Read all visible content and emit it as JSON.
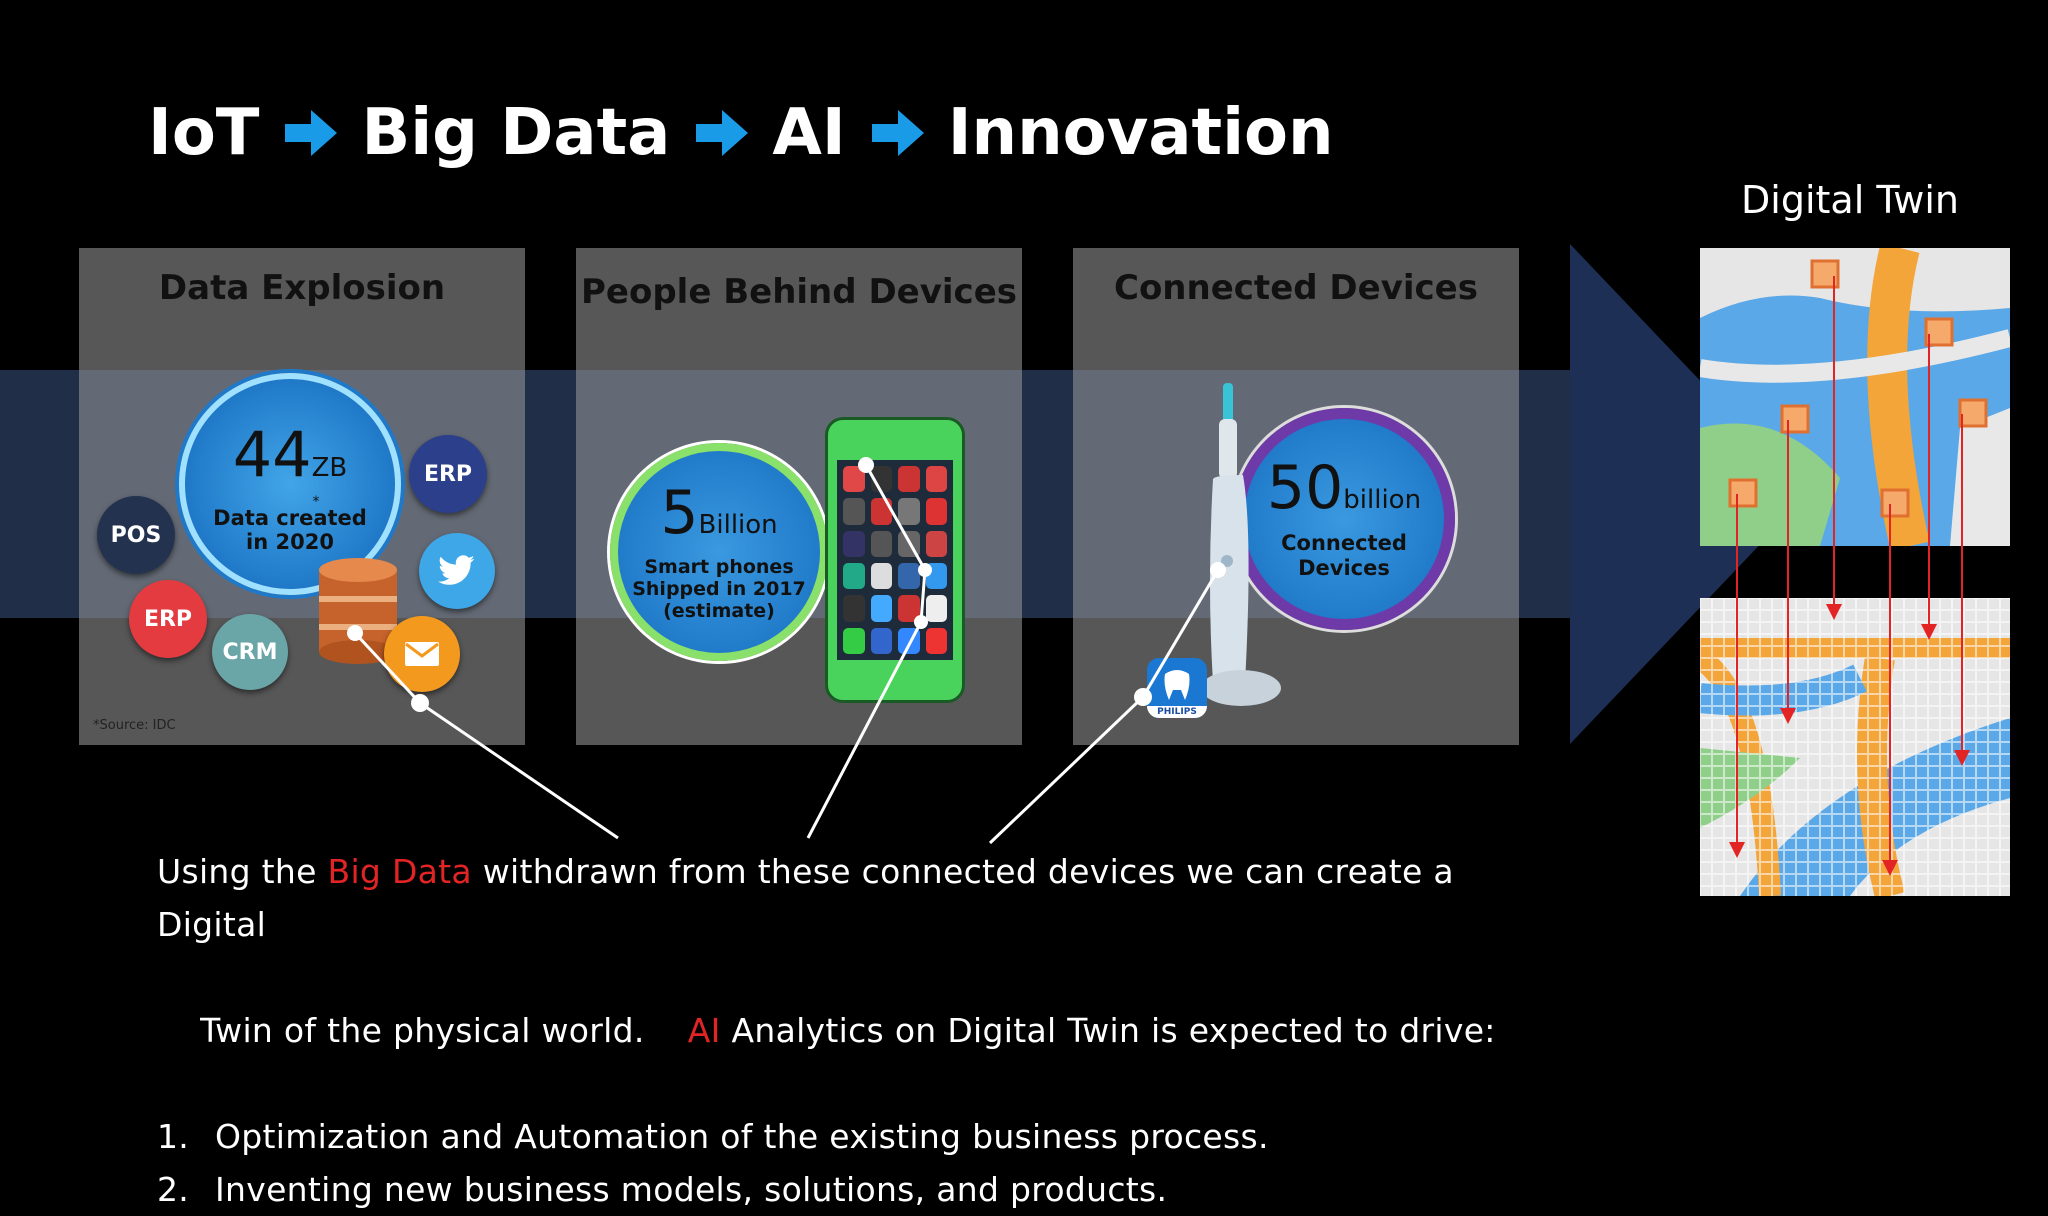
{
  "title": {
    "words": [
      "IoT",
      "Big Data",
      "AI",
      "Innovation"
    ],
    "arrow_color": "#1a9be8"
  },
  "digital_twin_label": "Digital Twin",
  "panels": [
    {
      "title": "Data Explosion",
      "stat_value": "44",
      "stat_unit": "ZB",
      "stat_mark": "*",
      "stat_caption_1": "Data created",
      "stat_caption_2": "in 2020",
      "badges": [
        "POS",
        "ERP",
        "ERP",
        "CRM"
      ],
      "source": "*Source: IDC"
    },
    {
      "title": "People Behind Devices",
      "stat_value": "5",
      "stat_unit": "Billion",
      "stat_caption_1": "Smart phones",
      "stat_caption_2": "Shipped in 2017",
      "stat_caption_3": "(estimate)"
    },
    {
      "title": "Connected Devices",
      "stat_value": "50",
      "stat_unit": "billion",
      "stat_caption_1": "Connected",
      "stat_caption_2": "Devices",
      "brand": "PHILIPS"
    }
  ],
  "body": {
    "line1_pre": "Using the ",
    "line1_highlight": "Big Data",
    "line1_post": " withdrawn from these connected devices we can create a Digital",
    "line2_pre": "Twin of the physical world.    ",
    "line2_highlight": "AI",
    "line2_post": " Analytics on Digital Twin is expected to drive:",
    "items": [
      {
        "num": "1.",
        "text": "Optimization and Automation of the existing business process."
      },
      {
        "num": "2.",
        "text": "Inventing new business models, solutions, and products."
      }
    ]
  },
  "colors": {
    "highlight": "#e32424",
    "band": "#3a5484",
    "arrow": "#1d2f55"
  }
}
